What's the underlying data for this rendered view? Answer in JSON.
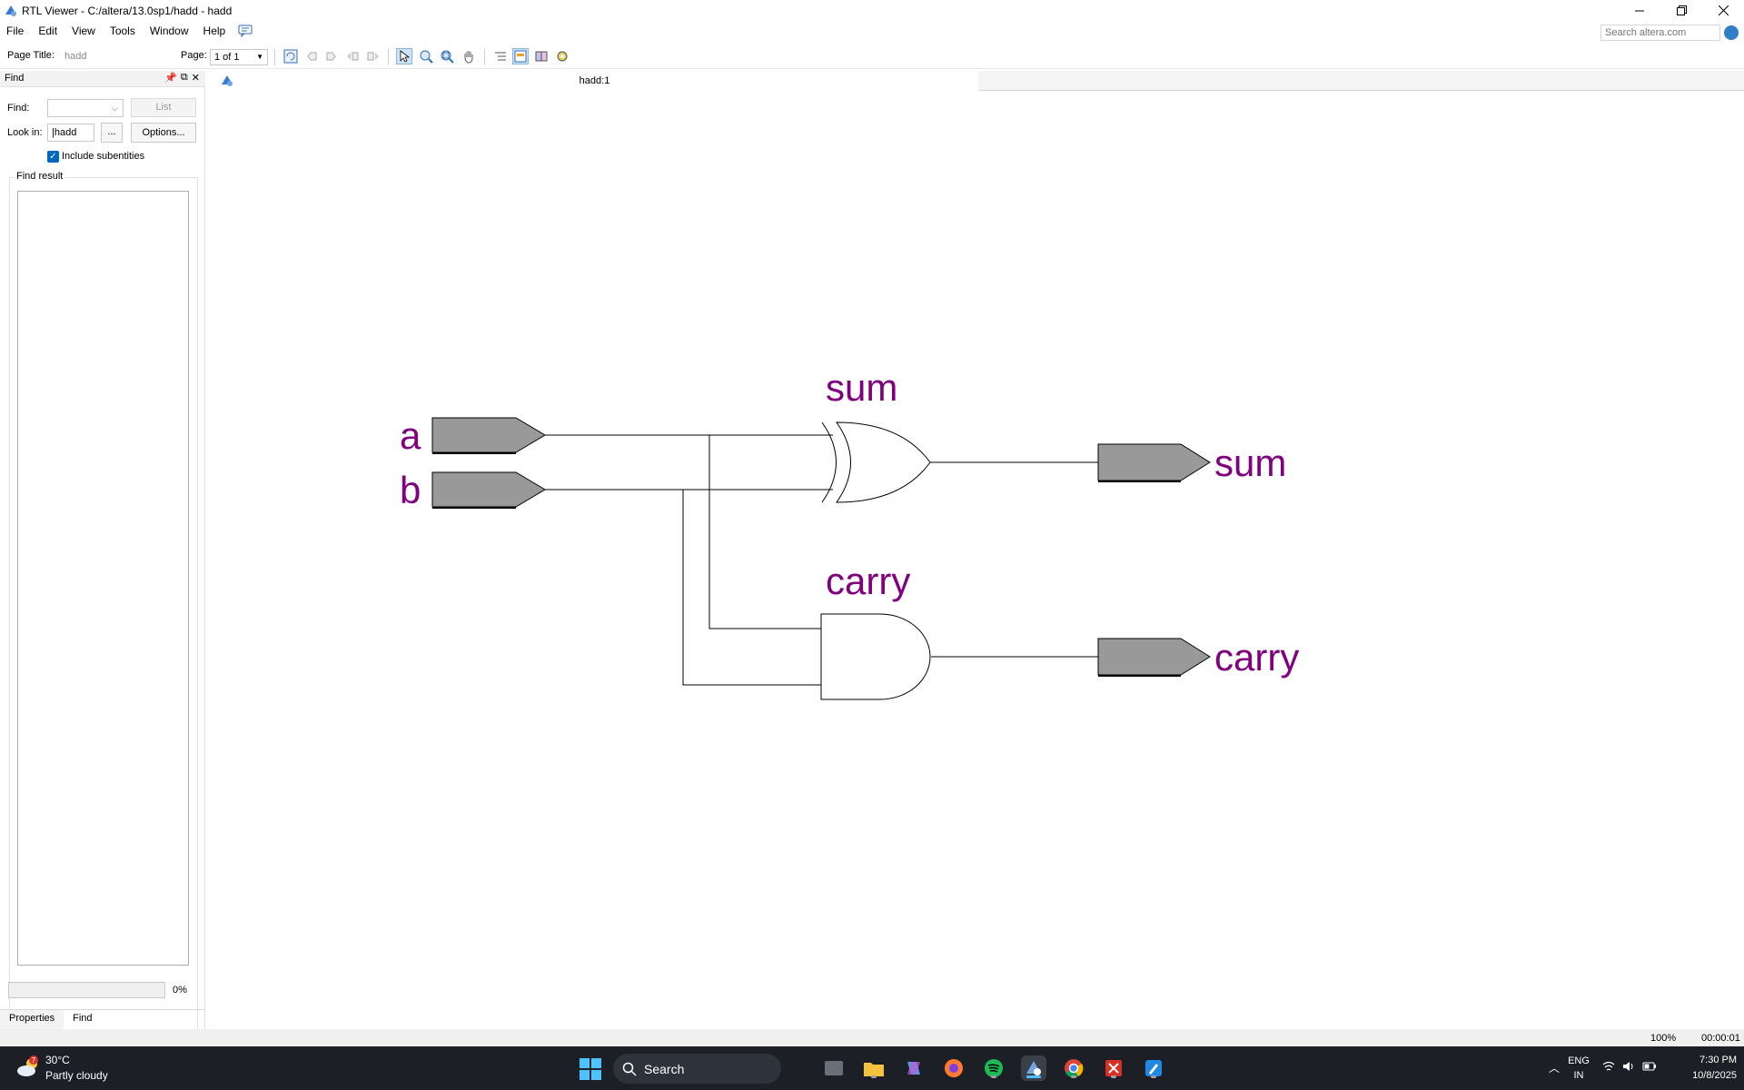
{
  "window": {
    "title": "RTL Viewer - C:/altera/13.0sp1/hadd - hadd",
    "controls": [
      "minimize",
      "restore",
      "close"
    ]
  },
  "menu": {
    "items": [
      "File",
      "Edit",
      "View",
      "Tools",
      "Window",
      "Help"
    ]
  },
  "search": {
    "placeholder": "Search altera.com"
  },
  "toolbar": {
    "page_title_label": "Page Title:",
    "page_title_value": "hadd",
    "page_label": "Page:",
    "page_value": "1 of 1"
  },
  "find_panel": {
    "title": "Find",
    "find_label": "Find:",
    "find_value": "",
    "list_button": "List",
    "look_in_label": "Look in:",
    "look_in_value": "|hadd",
    "browse_button": "...",
    "options_button": "Options...",
    "include_subentities_label": "Include subentities",
    "include_subentities_checked": true,
    "find_result_label": "Find result",
    "progress_text": "0%",
    "progress_fraction": 0.0
  },
  "panel_tabs": [
    "Properties",
    "Find"
  ],
  "document": {
    "tab_label": "hadd:1"
  },
  "schematic": {
    "inputs": [
      "a",
      "b"
    ],
    "gates": [
      {
        "instance": "sum",
        "type": "XOR"
      },
      {
        "instance": "carry",
        "type": "AND"
      }
    ],
    "outputs": [
      "sum",
      "carry"
    ],
    "label_color": "#800080",
    "pin_color": "#999999"
  },
  "status": {
    "zoom": "100%",
    "elapsed": "00:00:01"
  },
  "taskbar": {
    "weather_temp": "30°C",
    "weather_condition": "Partly cloudy",
    "weather_badge": "7",
    "search_label": "Search",
    "lang_line1": "ENG",
    "lang_line2": "IN",
    "time": "7:30 PM",
    "date": "10/8/2025",
    "apps": [
      "file-explorer-icon",
      "copilot-icon",
      "firefox-icon",
      "spotify-icon",
      "quartus-icon",
      "chrome-icon",
      "pdf-icon",
      "paint-icon"
    ]
  }
}
